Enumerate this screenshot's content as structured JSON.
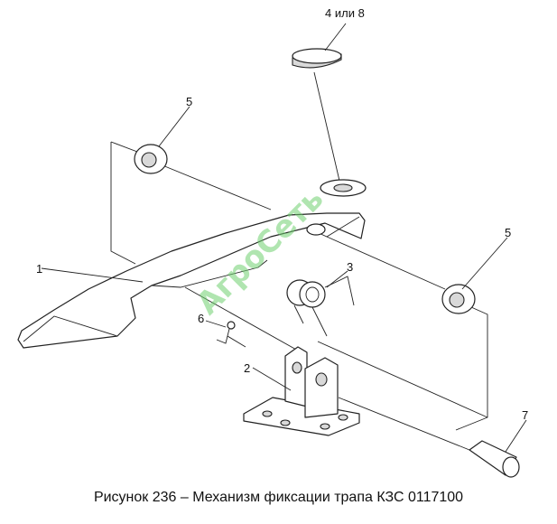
{
  "watermark": "АгроСеть",
  "caption": "Рисунок 236 – Механизм фиксации трапа КЗС 0117100",
  "callouts": {
    "c1": "1",
    "c2": "2",
    "c3": "3",
    "c4": "4 или 8",
    "c5a": "5",
    "c5b": "5",
    "c6": "6",
    "c7": "7"
  }
}
